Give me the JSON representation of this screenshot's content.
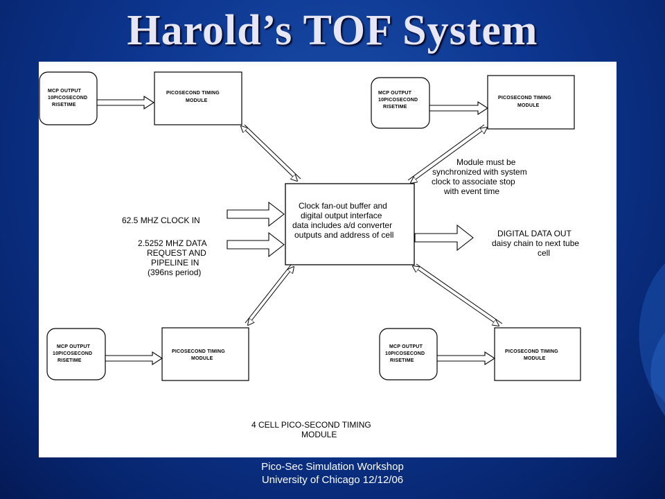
{
  "title": "Harold’s TOF System",
  "footer": {
    "line1": "Pico-Sec Simulation Workshop",
    "line2": "University of Chicago 12/12/06"
  },
  "diagram": {
    "mcp_label": [
      "MCP OUTPUT",
      "10PICOSECOND",
      "RISETIME"
    ],
    "timing_label": [
      "PICOSECOND TIMING",
      "MODULE"
    ],
    "central_box": [
      "Clock fan-out buffer and",
      "digital  output interface",
      "data includes a/d converter",
      "outputs and address of cell"
    ],
    "sync_note": [
      "Module must be",
      "synchronized with system",
      "clock to associate stop",
      "with event time"
    ],
    "clock_in": "62.5 MHZ CLOCK IN",
    "data_request": [
      "2.5252 MHZ DATA",
      "REQUEST AND",
      "PIPELINE IN",
      "(396ns period)"
    ],
    "data_out": [
      "DIGITAL DATA OUT",
      "daisy chain to next tube",
      "cell"
    ],
    "caption": [
      "4 CELL PICO-SECOND TIMING",
      "MODULE"
    ]
  }
}
